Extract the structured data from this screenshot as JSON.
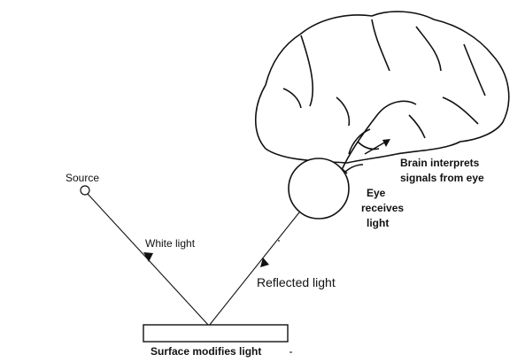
{
  "diagram": {
    "labels": {
      "source": "Source",
      "white_light": "White light",
      "reflected_light": "Reflected light",
      "surface": "Surface modifies light",
      "eye_line1": "Eye",
      "eye_line2": "receives",
      "eye_line3": "light",
      "brain_line1": "Brain interprets",
      "brain_line2": "signals from eye"
    },
    "colors": {
      "ink": "#111111",
      "background": "#ffffff"
    },
    "icons": {
      "source": "light-source-circle",
      "eye": "eye-circle",
      "brain": "brain-outline",
      "surface": "surface-rectangle"
    }
  }
}
